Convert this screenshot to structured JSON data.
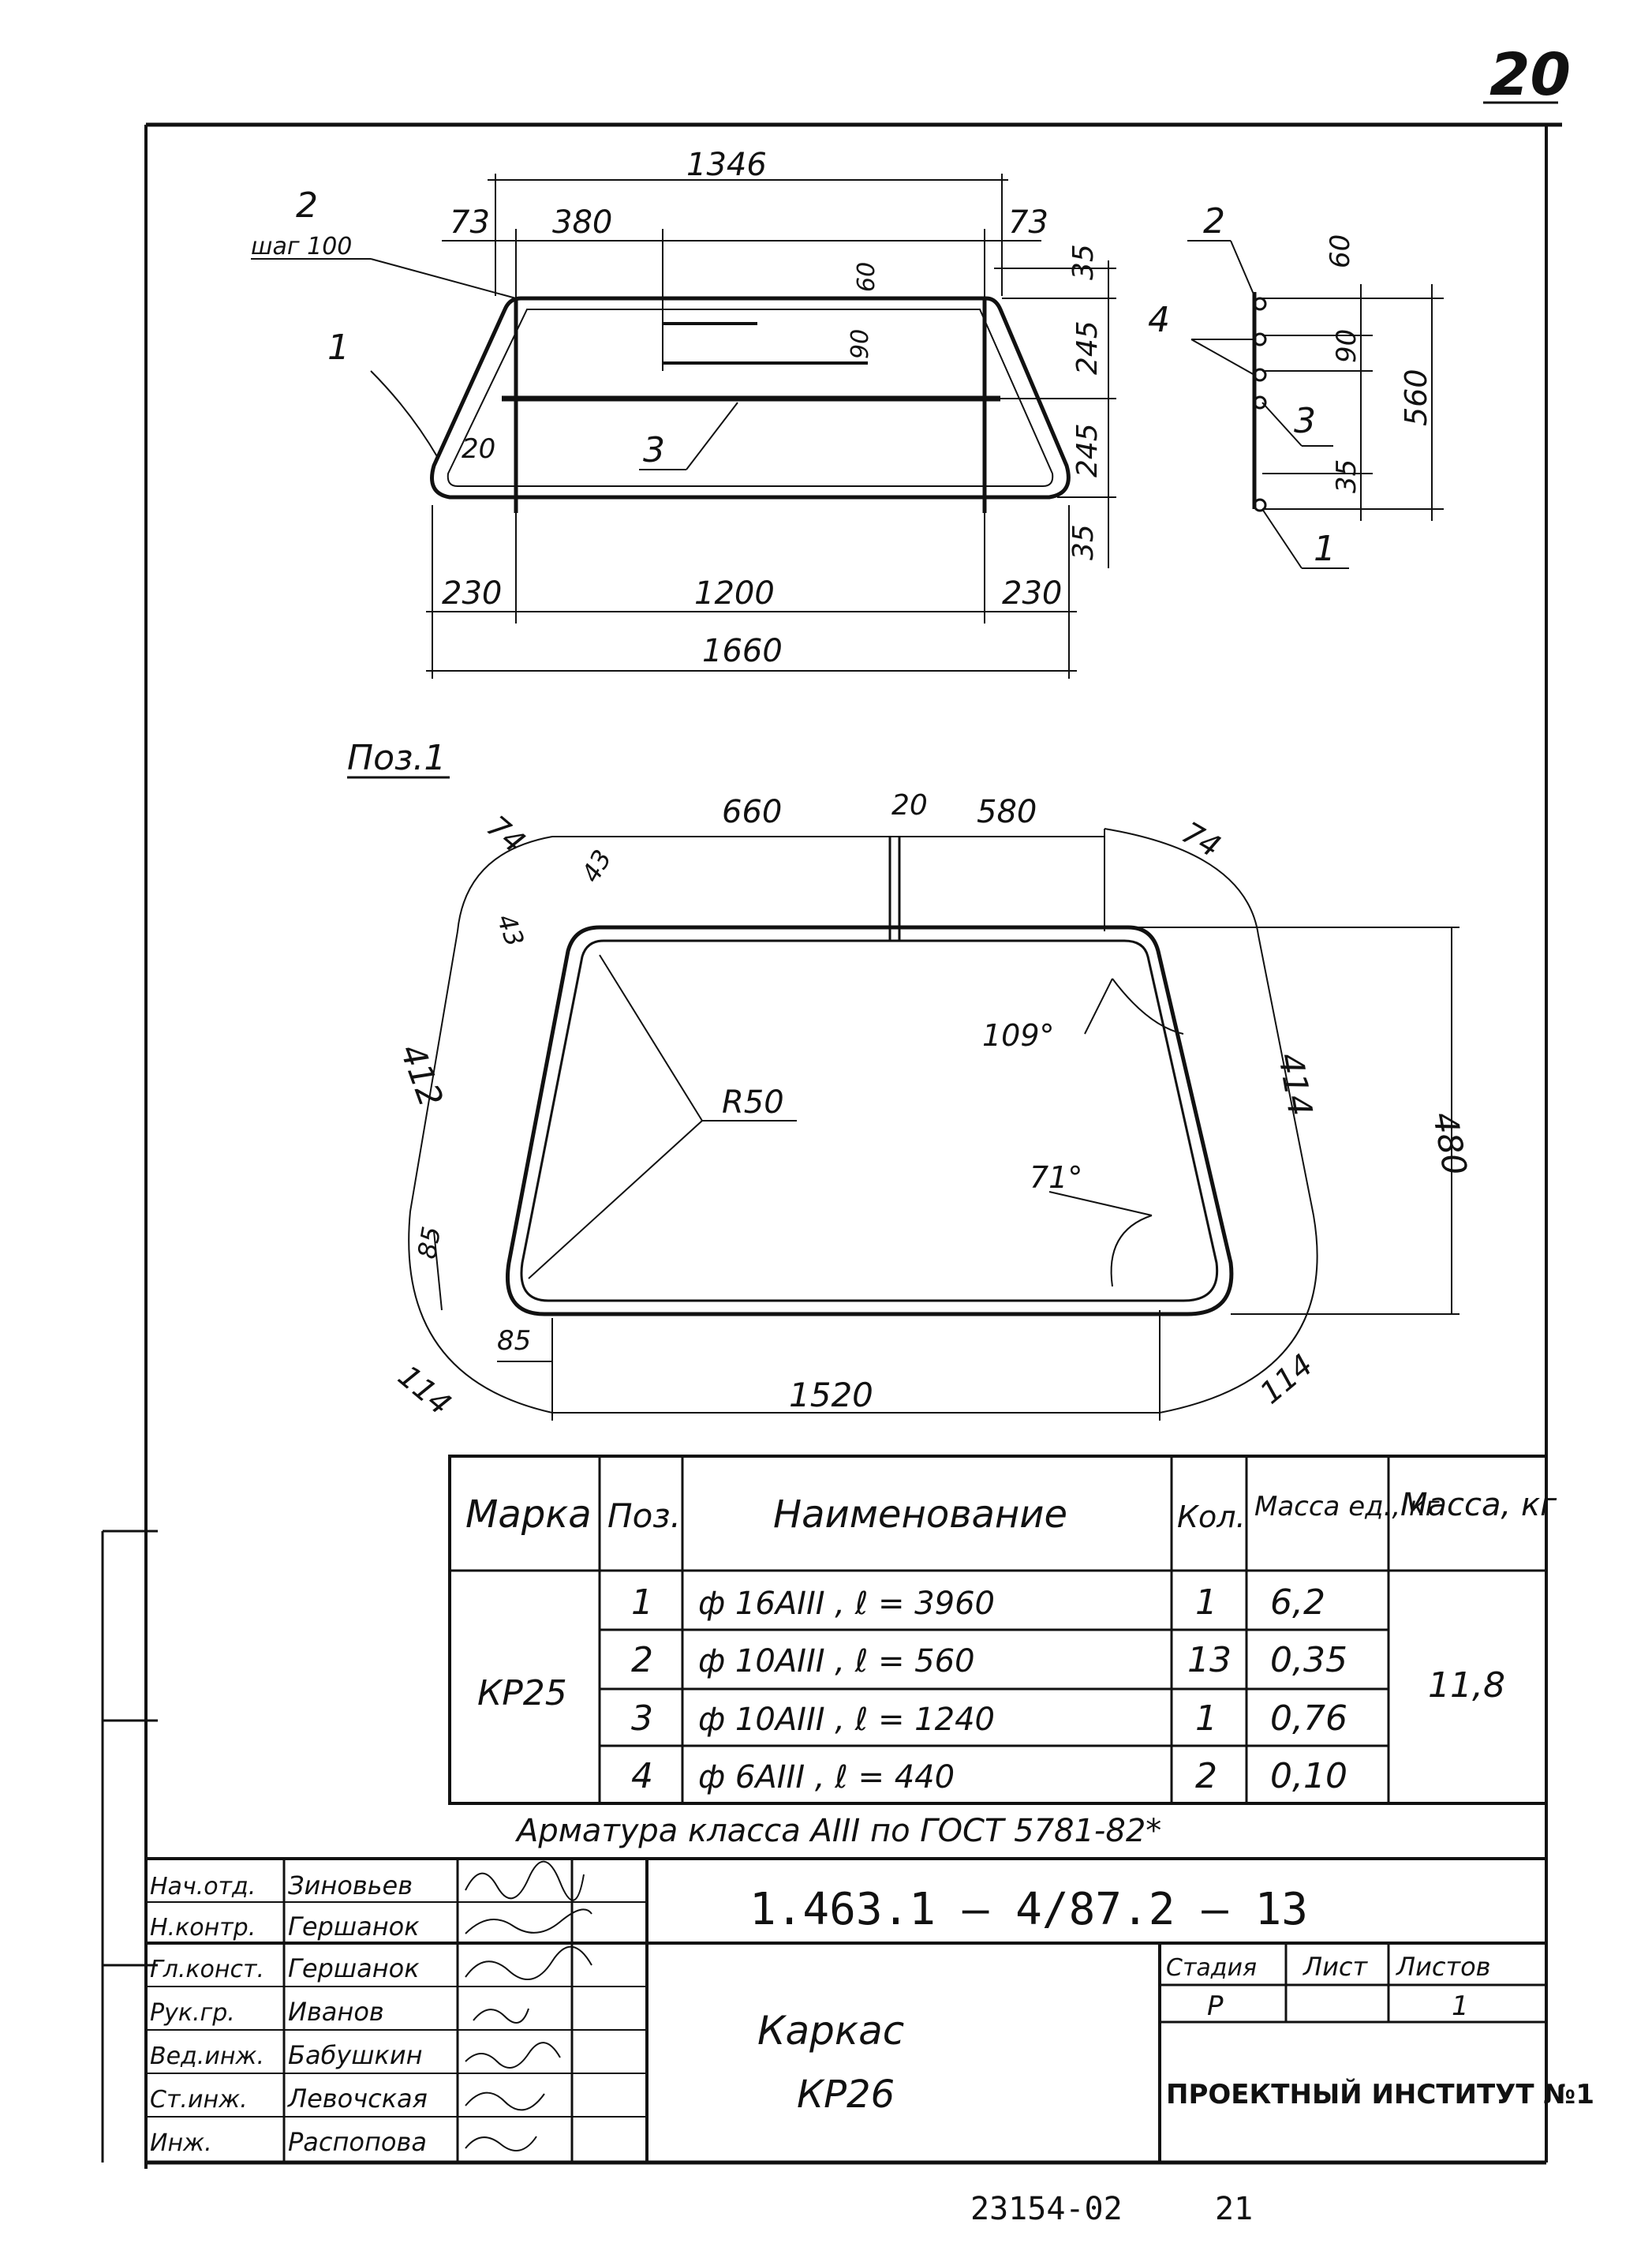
{
  "sheet_corner_number": "20",
  "top_view": {
    "dims": {
      "total_top": "1346",
      "left_offset": "73",
      "right_offset": "73",
      "half_span": "380",
      "gap_60": "60",
      "gap_90": "90",
      "bend_20": "20",
      "bottom_left": "230",
      "bottom_mid": "1200",
      "bottom_right": "230",
      "overall": "1660",
      "right_35_top": "35",
      "right_245_a": "245",
      "right_245_b": "245",
      "right_35_bottom": "35"
    },
    "callouts": {
      "pos2": "2",
      "pos2_step": "шаг 100",
      "pos1": "1",
      "pos3": "3"
    }
  },
  "side_view": {
    "dims": {
      "d60": "60",
      "d90": "90",
      "d35": "35",
      "d560": "560"
    },
    "callouts": {
      "c2": "2",
      "c4": "4",
      "c3": "3",
      "c1": "1"
    }
  },
  "pos1_view": {
    "title": "Поз.1",
    "dims": {
      "top_left_seg": "660",
      "top_gap": "20",
      "top_right_seg": "580",
      "corner_tl": "74",
      "corner_tr": "74",
      "small_43_a": "43",
      "small_43_b": "43",
      "left_side": "412",
      "right_side": "414",
      "radius": "R50",
      "angle_top": "109°",
      "angle_bottom": "71°",
      "height": "480",
      "small_85_a": "85",
      "small_85_b": "85",
      "corner_bl": "114",
      "corner_br": "114",
      "bottom": "1520"
    }
  },
  "spec_table": {
    "headers": [
      "Марка",
      "Поз.",
      "Наименование",
      "Кол.",
      "Масса ед., кг",
      "Масса, кг"
    ],
    "mark": "КР25",
    "rows": [
      {
        "pos": "1",
        "name": "ф 16АIII  , ℓ = 3960",
        "qty": "1",
        "unit_mass": "6,2"
      },
      {
        "pos": "2",
        "name": "ф 10АIII  , ℓ =  560",
        "qty": "13",
        "unit_mass": "0,35"
      },
      {
        "pos": "3",
        "name": "ф 10АIII  , ℓ = 1240",
        "qty": "1",
        "unit_mass": "0,76"
      },
      {
        "pos": "4",
        "name": "ф  6АIII  , ℓ =  440",
        "qty": "2",
        "unit_mass": "0,10"
      }
    ],
    "total_mass": "11,8",
    "note": "Арматура класса АIII по ГОСТ 5781-82*"
  },
  "title_block": {
    "doc_code": "1.463.1 – 4/87.2 – 13",
    "roles": [
      {
        "role": "Нач.отд.",
        "name": "Зиновьев"
      },
      {
        "role": "Н.контр.",
        "name": "Гершанок"
      },
      {
        "role": "Гл.конст.",
        "name": "Гершанок"
      },
      {
        "role": "Рук.гр.",
        "name": "Иванов"
      },
      {
        "role": "Вед.инж.",
        "name": "Бабушкин"
      },
      {
        "role": "Ст.инж.",
        "name": "Левочская"
      },
      {
        "role": "Инж.",
        "name": "Распопова"
      }
    ],
    "item_title": "Каркас",
    "item_code": "КР26",
    "stage_label": "Стадия",
    "sheet_label": "Лист",
    "sheets_label": "Листов",
    "stage_value": "Р",
    "sheet_value": "",
    "sheets_value": "1",
    "organization": "ПРОЕКТНЫЙ ИНСТИТУТ №1"
  },
  "footer": {
    "archive_no": "23154-02",
    "page_no": "21"
  }
}
